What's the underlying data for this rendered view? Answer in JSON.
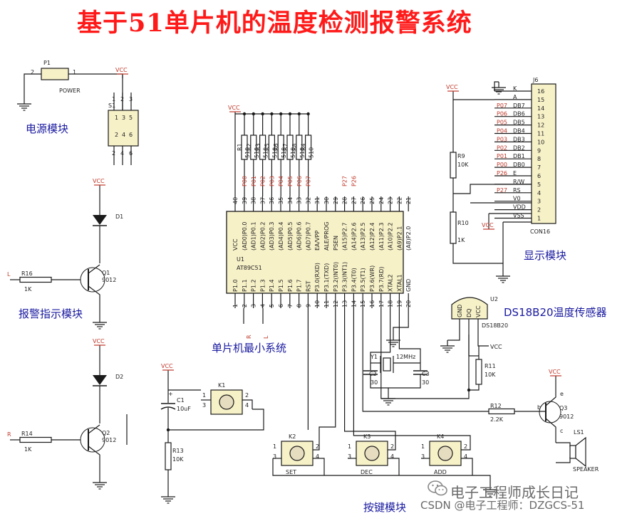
{
  "title": "基于51单片机的温度检测报警系统",
  "modules": {
    "power": "电源模块",
    "alarm": "报警指示模块",
    "mcu": "单片机最小系统",
    "display": "显示模块",
    "keys": "按键模块",
    "sensor": "DS18B20温度传感器"
  },
  "power": {
    "ref": "P1",
    "name": "POWER",
    "pin1": "1",
    "pin2": "2",
    "switch_ref": "S1",
    "switch_top": [
      "1",
      "2",
      "3"
    ],
    "switch_mid": [
      "1",
      "3",
      "5",
      "2",
      "4",
      "6"
    ],
    "switch_bot": [
      "2",
      "4",
      "6"
    ]
  },
  "vcc": "VCC",
  "alarm": {
    "d1": "D1",
    "q1": "Q1",
    "q1_type": "9012",
    "r16": "R16",
    "r16_val": "1K",
    "net_l": "L",
    "d2": "D2",
    "q2": "Q2",
    "q2_type": "9012",
    "r14": "R14",
    "r14_val": "1K",
    "net_r": "R"
  },
  "rpack": {
    "labels": [
      "R1",
      "R2",
      "R3",
      "R5",
      "R6",
      "R7",
      "R8",
      "R4"
    ],
    "values": [
      "510",
      "510",
      "510",
      "510",
      "510",
      "510",
      "510",
      "510"
    ]
  },
  "mcu": {
    "ref": "U1",
    "part": "AT89C51",
    "top_pins": [
      "40",
      "39",
      "38",
      "37",
      "36",
      "35",
      "34",
      "33",
      "32",
      "31",
      "30",
      "29",
      "28",
      "27",
      "26",
      "25",
      "24",
      "23",
      "22",
      "21"
    ],
    "top_names": [
      "VCC",
      "(AD0)P0.0",
      "(AD1)P0.1",
      "(AD2)P0.2",
      "(AD3)P0.3",
      "(AD4)P0.4",
      "(AD5)P0.5",
      "(AD6)P0.6",
      "(AD7)P0.7",
      "EA/VPP",
      "ALE/PROG",
      "PSEN",
      "(A15)P2.7",
      "(A14)P2.6",
      "(A13)P2.5",
      "(A12)P2.4",
      "(A11)P2.3",
      "(A10)P2.2",
      "(A9)P2.1",
      "(A8)P2.0"
    ],
    "top_nets": [
      "P00",
      "P01",
      "P02",
      "P03",
      "P04",
      "P05",
      "P06",
      "P07",
      "P27",
      "P26"
    ],
    "bottom_pins": [
      "1",
      "2",
      "3",
      "4",
      "5",
      "6",
      "7",
      "8",
      "9",
      "10",
      "11",
      "12",
      "13",
      "14",
      "15",
      "16",
      "17",
      "18",
      "19",
      "20"
    ],
    "bottom_names": [
      "P1.0",
      "P1.1",
      "P1.2",
      "P1.3",
      "P1.4",
      "P1.5",
      "P1.6",
      "P1.7",
      "RST",
      "P3.0(RXD)",
      "P3.1(TXD)",
      "P3.2(INT0)",
      "P3.3(INT1)",
      "P3.4(T0)",
      "P3.5(T1)",
      "P3.6(WR)",
      "P3.7(RD)",
      "XTAL2",
      "XTAL1",
      "GND"
    ],
    "bottom_nets": [
      "R",
      "L"
    ]
  },
  "crystal": {
    "ref": "Y1",
    "freq": "12MHz",
    "c2": "C2",
    "c2_val": "30",
    "c3": "C3",
    "c3_val": "30"
  },
  "reset": {
    "c1": "C1",
    "c1_val": "10uF",
    "k1": "K1",
    "r13": "R13",
    "r13_val": "10K"
  },
  "keys": [
    {
      "ref": "K2",
      "label": "SET"
    },
    {
      "ref": "K3",
      "label": "DEC"
    },
    {
      "ref": "K4",
      "label": "ADD"
    }
  ],
  "key_pins": [
    "1",
    "2",
    "3",
    "4"
  ],
  "lcd": {
    "ref": "J6",
    "part": "CON16",
    "pins": [
      "16",
      "15",
      "14",
      "13",
      "12",
      "11",
      "10",
      "9",
      "8",
      "7",
      "6",
      "5",
      "4",
      "3",
      "2",
      "1"
    ],
    "names": [
      "K",
      "A",
      "DB7",
      "DB6",
      "DB5",
      "DB4",
      "DB3",
      "DB2",
      "DB1",
      "DB0",
      "E",
      "R/W",
      "RS",
      "V0",
      "VDD",
      "VSS"
    ],
    "nets": [
      "P07",
      "P06",
      "P05",
      "P04",
      "P03",
      "P02",
      "P01",
      "P00",
      "P26",
      "P27"
    ],
    "r9": "R9",
    "r9_val": "10K",
    "r10": "R10",
    "r10_val": "1K"
  },
  "sensor": {
    "ref": "U2",
    "part": "DS18B20",
    "pins": [
      "GND",
      "DQ",
      "VCC"
    ],
    "r11": "R11",
    "r11_val": "10K"
  },
  "buzzer": {
    "r12": "R12",
    "r12_val": "2.2K",
    "q3": "Q3",
    "q3_type": "9012",
    "ls1": "LS1",
    "name": "SPEAKER",
    "e": "e",
    "b": "b",
    "c": "c"
  },
  "watermark": {
    "line1": "电子工程师成长日记",
    "line2": "CSDN @电子工程师：DZGCS-51"
  },
  "colors": {
    "wire": "#1a1a1a",
    "title": "#ff1a1a",
    "label": "#1a1a8c",
    "net": "#c0392b",
    "chip": "#f7f1c8"
  }
}
